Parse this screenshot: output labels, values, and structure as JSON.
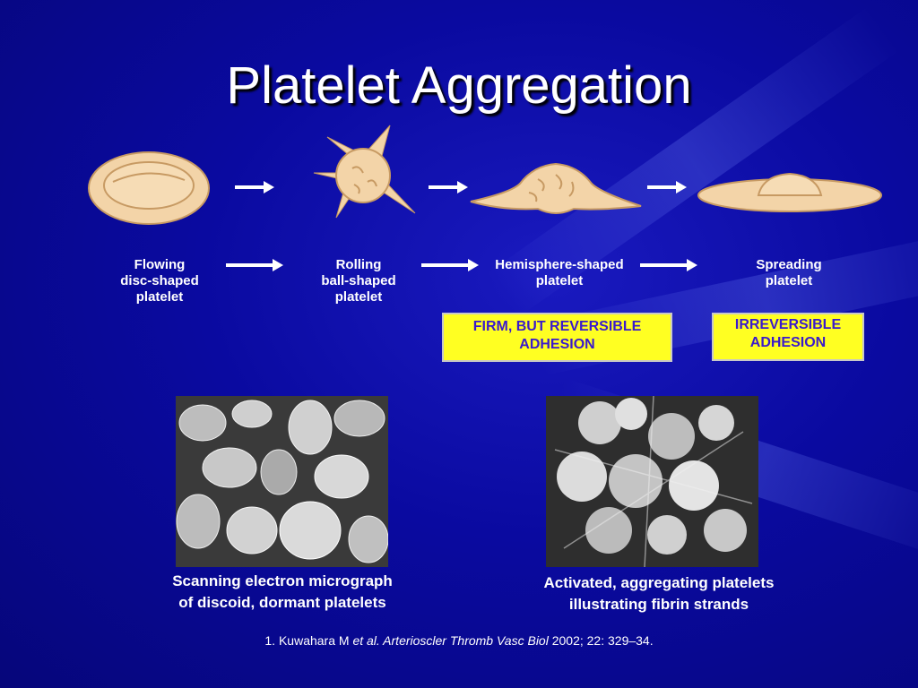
{
  "title": "Platelet Aggregation",
  "stages": [
    {
      "label_lines": [
        "Flowing",
        "disc-shaped",
        "platelet"
      ]
    },
    {
      "label_lines": [
        "Rolling",
        "ball-shaped",
        "platelet"
      ]
    },
    {
      "label_lines": [
        "Hemisphere-shaped",
        "platelet"
      ]
    },
    {
      "label_lines": [
        "Spreading",
        "platelet"
      ]
    }
  ],
  "boxes": {
    "firm": {
      "line1": "FIRM, BUT REVERSIBLE",
      "line2": "ADHESION"
    },
    "irreversible": {
      "line1": "IRREVERSIBLE",
      "line2": "ADHESION"
    }
  },
  "photos": {
    "left_caption": {
      "line1": "Scanning electron micrograph",
      "line2": "of discoid, dormant platelets"
    },
    "right_caption": {
      "line1": "Activated, aggregating platelets",
      "line2": "illustrating fibrin strands"
    }
  },
  "reference": {
    "prefix": "1. Kuwahara M ",
    "italic": "et al. Arterioscler Thromb Vasc Biol",
    "suffix": " 2002; 22: 329–34."
  },
  "colors": {
    "background": "#0a0aa0",
    "box_fill": "#ffff22",
    "box_text": "#3a1acc",
    "platelet": "#f3d4a8"
  }
}
